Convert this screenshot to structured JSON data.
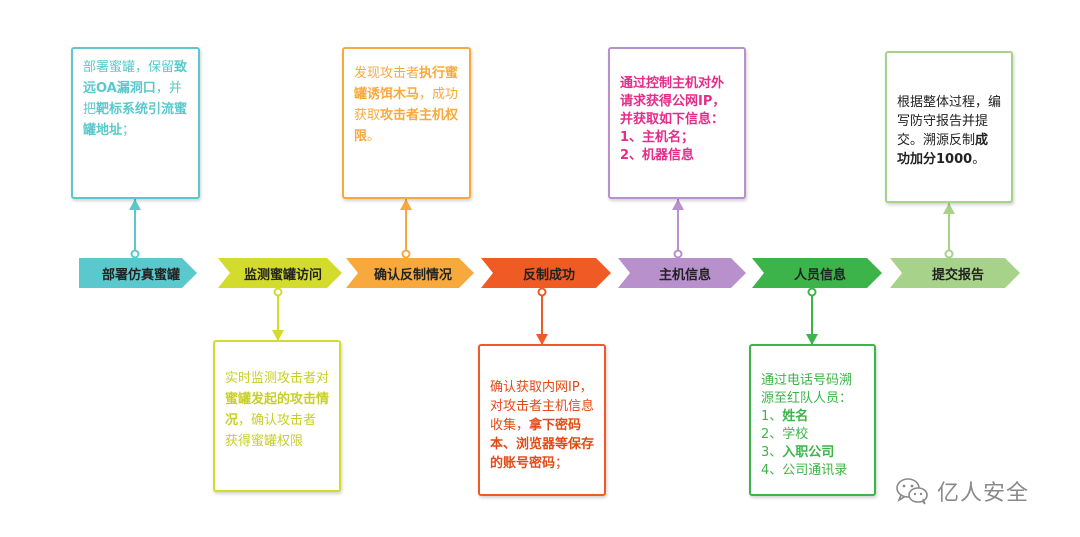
{
  "colors": {
    "s1": "#5ac8cc",
    "s2": "#d3db2d",
    "s3": "#f7a93e",
    "s4": "#f05a24",
    "s5": "#b890cc",
    "s6": "#3cb44a",
    "s7": "#a6d28a",
    "pink": "#e52c8a"
  },
  "stages": [
    {
      "label": "部署仿真蜜罐"
    },
    {
      "label": "监测蜜罐访问"
    },
    {
      "label": "确认反制情况"
    },
    {
      "label": "反制成功"
    },
    {
      "label": "主机信息"
    },
    {
      "label": "人员信息"
    },
    {
      "label": "提交报告"
    }
  ],
  "boxes": {
    "b1": {
      "t1": "部署蜜罐，保留",
      "t2": "致远OA漏洞口",
      "t3": "，并把",
      "t4": "靶标系统引流蜜罐地址",
      "t5": "；"
    },
    "b2": {
      "t1": "实时监测攻击者对",
      "t2": "蜜罐发起的攻击情况",
      "t3": "，确认攻击者获得蜜罐权限"
    },
    "b3": {
      "t1": "发现攻击者",
      "t2": "执行蜜罐诱饵木马",
      "t3": "，成功获取",
      "t4": "攻击者主机权限",
      "t5": "。"
    },
    "b4": {
      "t1": "确认获取内网IP，对攻击者主机信息收集，",
      "t2": "拿下密码本、浏览器等保存的账号密码",
      "t3": "；"
    },
    "b5": {
      "t1": "通过控制主机对外请求获得公网IP，并获取如下信息：",
      "l1": "1、主机名；",
      "l2": "2、机器信息"
    },
    "b6": {
      "t1": "通过电话号码溯源至红队人员：",
      "l1n": "1、",
      "l1": "姓名",
      "l2": "2、学校",
      "l3n": "3、",
      "l3": "入职公司",
      "l4": "4、公司通讯录"
    },
    "b7": {
      "t1": "根据整体过程，编写防守报告并提交。溯源反制",
      "t2": "成功加分1000",
      "t3": "。"
    }
  },
  "watermark": {
    "icon": "wechat-icon",
    "text": "亿人安全"
  }
}
